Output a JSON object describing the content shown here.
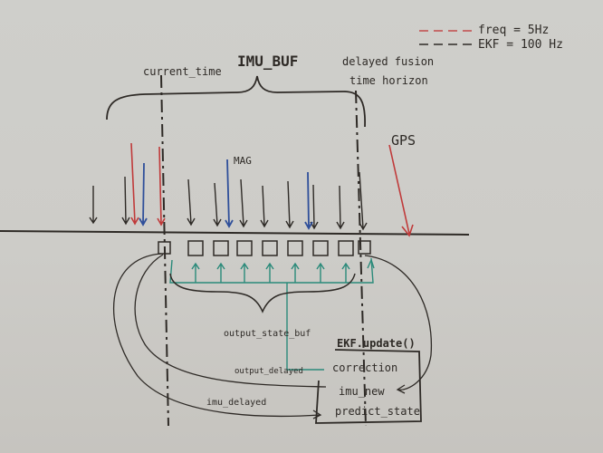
{
  "legend": {
    "freq_label": "freq = 5Hz",
    "ekf_label": "EKF = 100 Hz",
    "freq_color": "#c24a4a",
    "ekf_color": "#2e2a26"
  },
  "labels": {
    "current_time": "current_time",
    "imu_buf": "IMU_BUF",
    "delayed_fusion_line1": "delayed fusion",
    "delayed_fusion_line2": "time horizon",
    "mag": "MAG",
    "gps": "GPS",
    "output_state_buf": "output_state_buf",
    "output_delayed": "output_delayed",
    "imu_delayed": "imu_delayed"
  },
  "ekf_box": {
    "title": "EKF.update()",
    "correction": "correction",
    "imu_new": "imu_new",
    "predict_state": "predict_state"
  },
  "colors": {
    "marker": "#2e2a26",
    "red": "#c03a3a",
    "blue": "#2f4f9a",
    "teal": "#2a8a7a",
    "board": "#cfcfcb"
  }
}
